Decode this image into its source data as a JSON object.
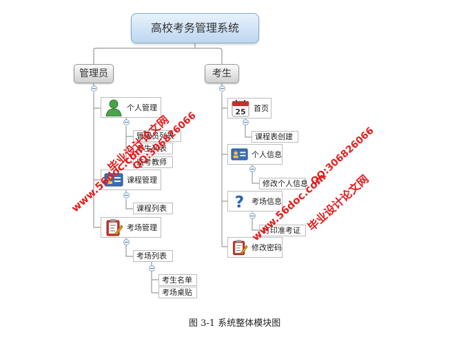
{
  "root": {
    "label": "高校考务管理系统"
  },
  "admin": {
    "label": "管理员",
    "personal": {
      "label": "个人管理",
      "children": [
        "管理员列表",
        "考生列表",
        "监考教师"
      ]
    },
    "course": {
      "label": "课程管理",
      "children": [
        "课程列表"
      ]
    },
    "exam": {
      "label": "考场管理",
      "children": [
        "考场列表"
      ],
      "grandchildren": [
        "考生名单",
        "考场桌贴"
      ]
    }
  },
  "student": {
    "label": "考生",
    "home": {
      "label": "首页",
      "children": [
        "课程表创建"
      ]
    },
    "info": {
      "label": "个人信息",
      "children": [
        "修改个人信息"
      ]
    },
    "examinfo": {
      "label": "考场信息",
      "children": [
        "打印准考证"
      ]
    },
    "password": {
      "label": "修改密码"
    }
  },
  "calendar_day": "25",
  "watermark": {
    "site": "www.56doc.com",
    "qq": "QQ:306826066",
    "name": "毕业设计论文网"
  },
  "caption": "图 3-1  系统整体模块图"
}
